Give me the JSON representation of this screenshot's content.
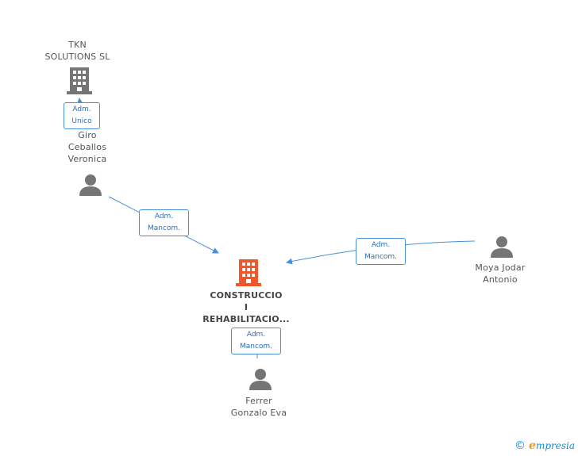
{
  "nodes": {
    "tkn": {
      "lines": [
        "TKN",
        "SOLUTIONS SL"
      ],
      "type": "company"
    },
    "giro": {
      "lines": [
        "Giro",
        "Ceballos",
        "Veronica"
      ],
      "type": "person"
    },
    "main": {
      "lines": [
        "CONSTRUCCIO",
        "I",
        "REHABILITACIO..."
      ],
      "type": "company-main"
    },
    "moya": {
      "lines": [
        "Moya Jodar",
        "Antonio"
      ],
      "type": "person"
    },
    "ferrer": {
      "lines": [
        "Ferrer",
        "Gonzalo Eva"
      ],
      "type": "person"
    }
  },
  "edges": [
    {
      "from": "giro",
      "to": "tkn",
      "label": [
        "Adm.",
        "Unico"
      ]
    },
    {
      "from": "giro",
      "to": "main",
      "label": [
        "Adm.",
        "Mancom."
      ]
    },
    {
      "from": "moya",
      "to": "main",
      "label": [
        "Adm.",
        "Mancom."
      ]
    },
    {
      "from": "ferrer",
      "to": "main",
      "label": [
        "Adm.",
        "Mancom."
      ]
    }
  ],
  "colors": {
    "company": "#757575",
    "company_main": "#f0572c",
    "person": "#757575",
    "edge": "#4a90d9"
  },
  "footer": {
    "copyright": "©",
    "brand_initial": "e",
    "brand_rest": "mpresia"
  }
}
